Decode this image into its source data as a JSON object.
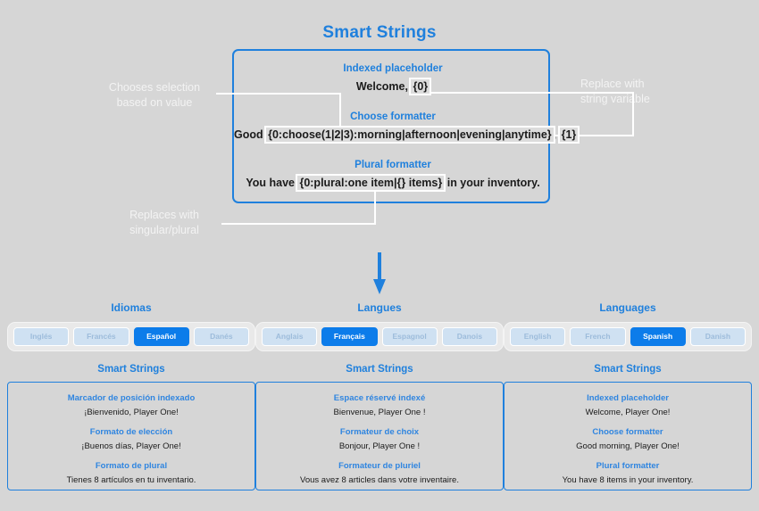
{
  "page": {
    "title": "Smart Strings",
    "background_color": "#d6d6d6",
    "accent_color": "#1f80dd",
    "selected_color": "#0c7cea",
    "annotation_color": "#f3f3f3"
  },
  "demo_panel": {
    "rows": [
      {
        "label": "Indexed placeholder",
        "prefix": "Welcome, ",
        "highlight": "{0}",
        "suffix": ""
      },
      {
        "label": "Choose formatter",
        "prefix": "Good ",
        "highlight": "{0:choose(1|2|3):morning|afternoon|evening|anytime}",
        "middle": ", ",
        "highlight2": "{1}",
        "suffix": ""
      },
      {
        "label": "Plural formatter",
        "prefix": "You have ",
        "highlight": "{0:plural:one item|{} items}",
        "suffix": " in your inventory."
      }
    ]
  },
  "annotations": {
    "left_top": "Chooses selection\nbased on value",
    "right_top": "Replace with\nstring variable",
    "left_bottom": "Replaces with\nsingular/plural"
  },
  "arrow": {
    "name": "down-arrow-icon",
    "direction": "down",
    "color": "#1f80dd"
  },
  "language_groups": [
    {
      "id": "spanish",
      "title": "Idiomas",
      "buttons": [
        {
          "label": "Inglés",
          "selected": false
        },
        {
          "label": "Francés",
          "selected": false
        },
        {
          "label": "Español",
          "selected": true
        },
        {
          "label": "Danés",
          "selected": false
        }
      ]
    },
    {
      "id": "french",
      "title": "Langues",
      "buttons": [
        {
          "label": "Anglais",
          "selected": false
        },
        {
          "label": "Français",
          "selected": true
        },
        {
          "label": "Espagnol",
          "selected": false
        },
        {
          "label": "Danois",
          "selected": false
        }
      ]
    },
    {
      "id": "english",
      "title": "Languages",
      "buttons": [
        {
          "label": "English",
          "selected": false
        },
        {
          "label": "French",
          "selected": false
        },
        {
          "label": "Spanish",
          "selected": true
        },
        {
          "label": "Danish",
          "selected": false
        }
      ]
    }
  ],
  "result_columns": [
    {
      "id": "spanish",
      "title": "Smart Strings",
      "entries": [
        {
          "label": "Marcador de posición indexado",
          "value": "¡Bienvenido, Player One!"
        },
        {
          "label": "Formato de elección",
          "value": "¡Buenos días, Player One!"
        },
        {
          "label": "Formato de plural",
          "value": "Tienes 8 artículos en tu inventario."
        }
      ]
    },
    {
      "id": "french",
      "title": "Smart Strings",
      "entries": [
        {
          "label": "Espace réservé indexé",
          "value": "Bienvenue, Player One !"
        },
        {
          "label": "Formateur de choix",
          "value": "Bonjour, Player One !"
        },
        {
          "label": "Formateur de pluriel",
          "value": "Vous avez 8 articles dans votre inventaire."
        }
      ]
    },
    {
      "id": "english",
      "title": "Smart Strings",
      "entries": [
        {
          "label": "Indexed placeholder",
          "value": "Welcome, Player One!"
        },
        {
          "label": "Choose formatter",
          "value": "Good morning, Player One!"
        },
        {
          "label": "Plural formatter",
          "value": "You have 8 items in your inventory."
        }
      ]
    }
  ]
}
